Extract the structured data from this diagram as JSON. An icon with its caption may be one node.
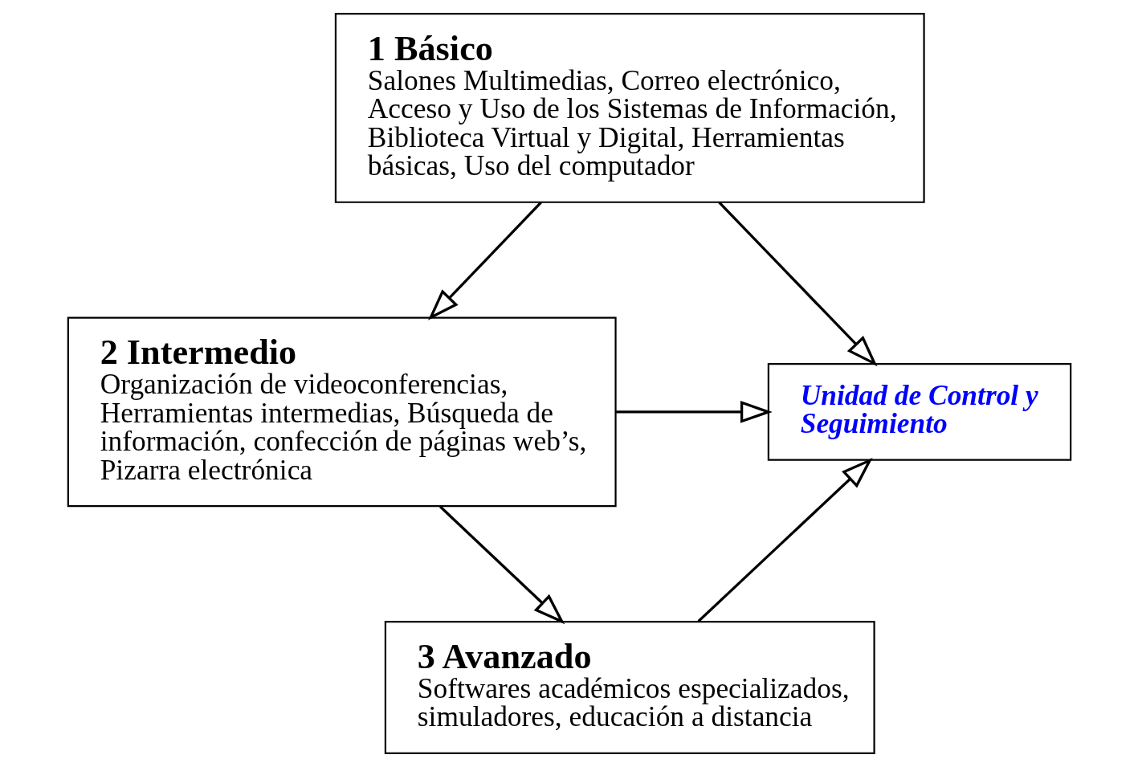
{
  "diagram": {
    "nodes": [
      {
        "text": [
          "1 Básico",
          "Salones Multimedias, Correo electrónico, Acceso y Uso de los Sistemas de Información, Biblioteca Virtual y Digital, Herramientas básicas, Uso del computador"
        ]
      },
      {
        "text": [
          "2 Intermedio",
          "Organización de videoconferencias, Herramientas intermedias, Búsqueda de información, confección de páginas web’s, Pizarra electrónica"
        ]
      },
      {
        "text": [
          "3 Avanzado",
          "Softwares académicos especializados, simuladores, educación a distancia"
        ]
      },
      {
        "text": [
          "Unidad de Control y Seguimiento"
        ]
      }
    ],
    "edges": [
      {
        "from": 0,
        "to": 1,
        "arrow": "to"
      },
      {
        "from": 1,
        "to": 2,
        "arrow": "to"
      },
      {
        "from": 0,
        "to": 3,
        "arrow": "to"
      },
      {
        "from": 1,
        "to": 3,
        "arrow": "to"
      },
      {
        "from": 2,
        "to": 3,
        "arrow": "to"
      }
    ]
  }
}
